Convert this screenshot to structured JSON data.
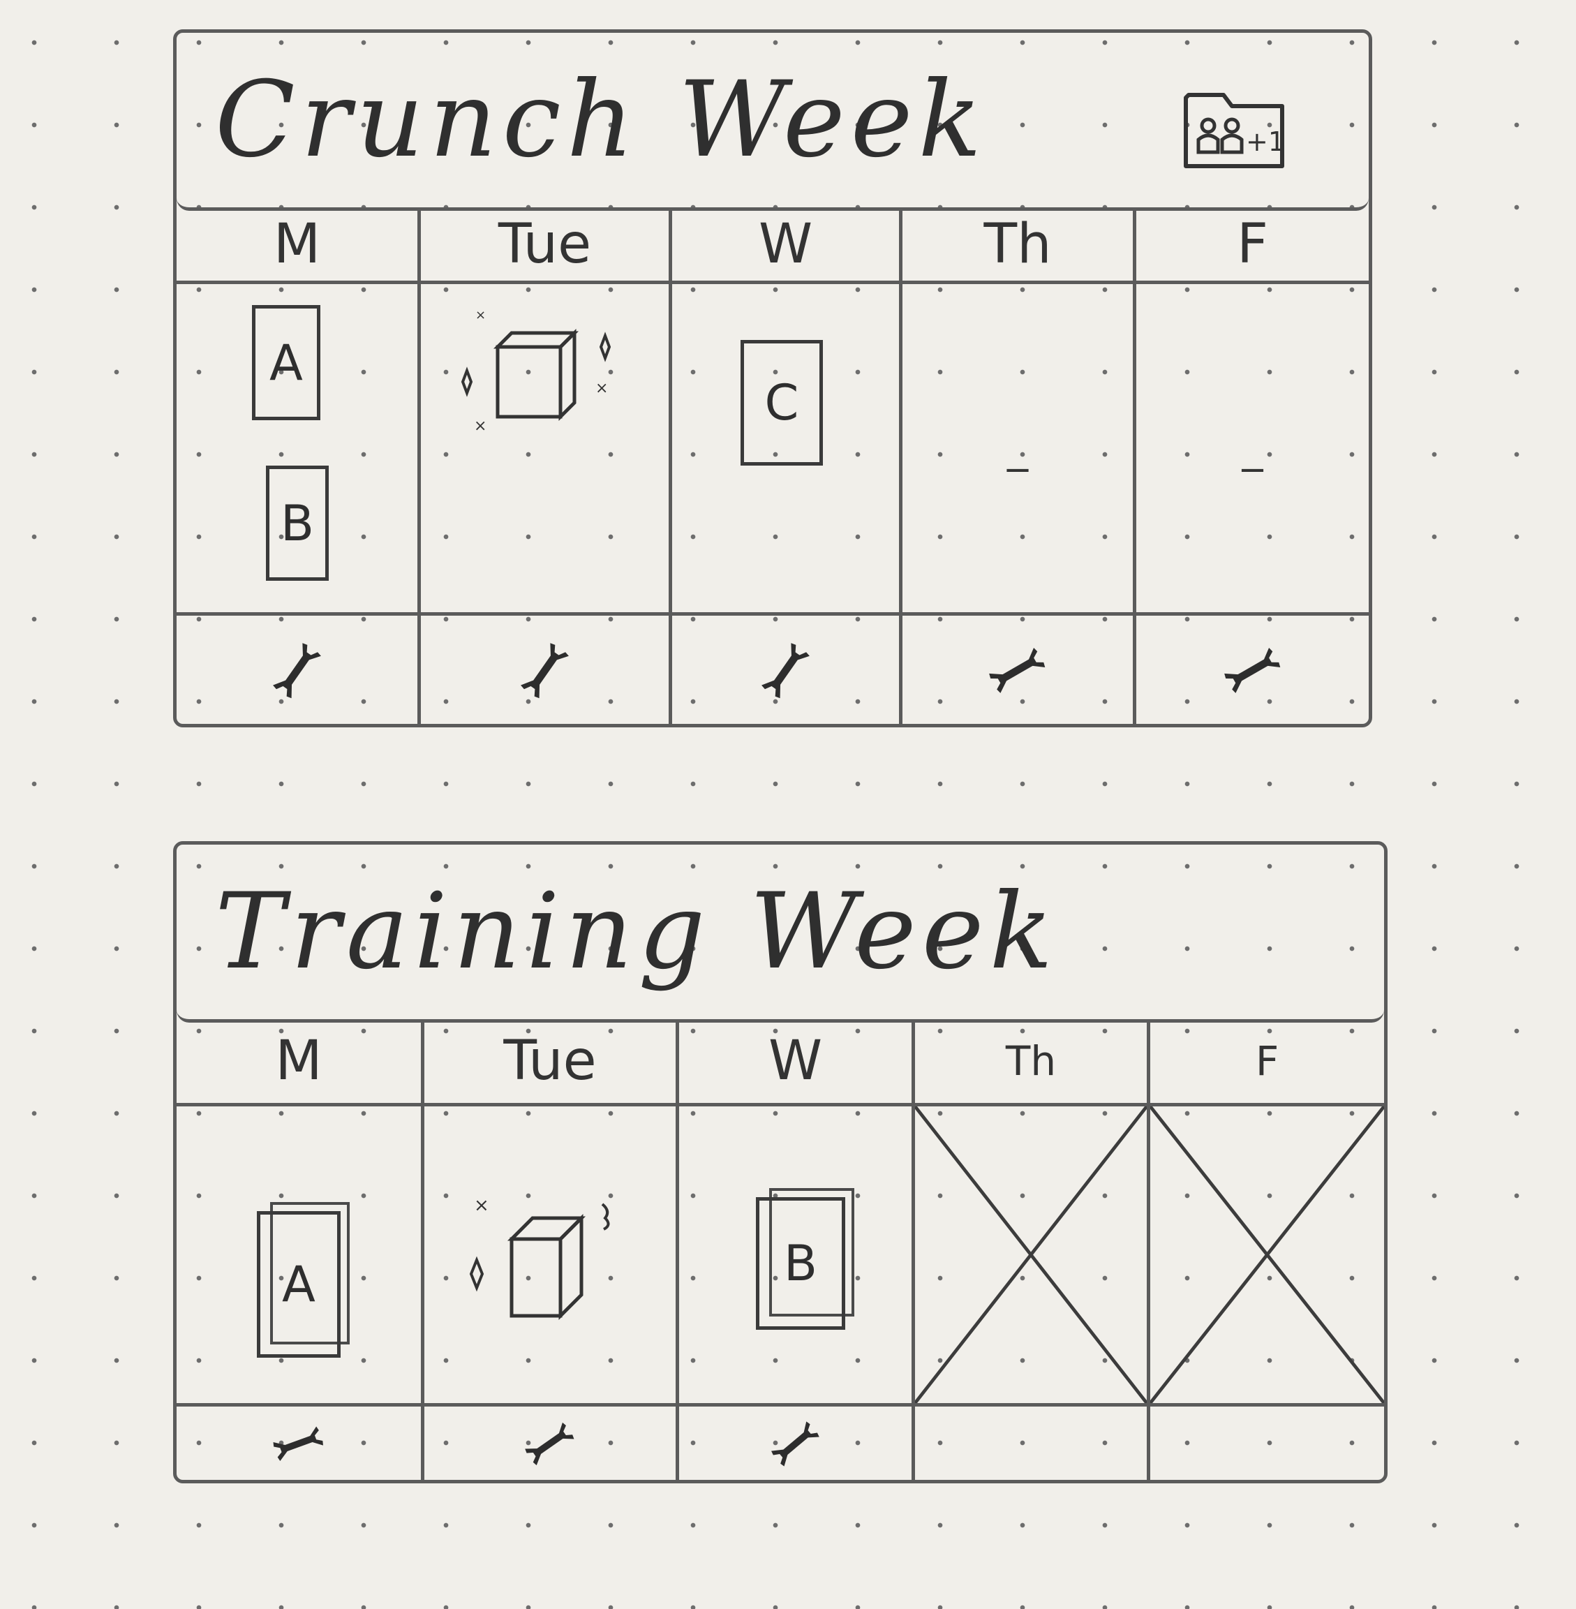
{
  "boards": [
    {
      "title": "Crunch Week",
      "share_icon": "folder-add-people-icon",
      "days": [
        {
          "label": "M",
          "cards": [
            "A",
            "B"
          ],
          "footer_icon": "wrench-icon"
        },
        {
          "label": "Tue",
          "cards": [],
          "item_icon": "sparkling-cube-icon",
          "footer_icon": "wrench-icon"
        },
        {
          "label": "W",
          "cards": [
            "C"
          ],
          "footer_icon": "wrench-icon"
        },
        {
          "label": "Th",
          "cards": [],
          "placeholder": "_",
          "footer_icon": "wrench-icon"
        },
        {
          "label": "F",
          "cards": [],
          "placeholder": "_",
          "footer_icon": "wrench-icon"
        }
      ]
    },
    {
      "title": "Training Week",
      "days": [
        {
          "label": "M",
          "cards": [
            "A"
          ],
          "footer_icon": "wrench-icon"
        },
        {
          "label": "Tue",
          "cards": [],
          "item_icon": "sparkling-cube-icon",
          "footer_icon": "wrench-icon"
        },
        {
          "label": "W",
          "cards": [
            "B"
          ],
          "footer_icon": "wrench-icon"
        },
        {
          "label": "Th",
          "blocked": true
        },
        {
          "label": "F",
          "blocked": true
        }
      ]
    }
  ]
}
